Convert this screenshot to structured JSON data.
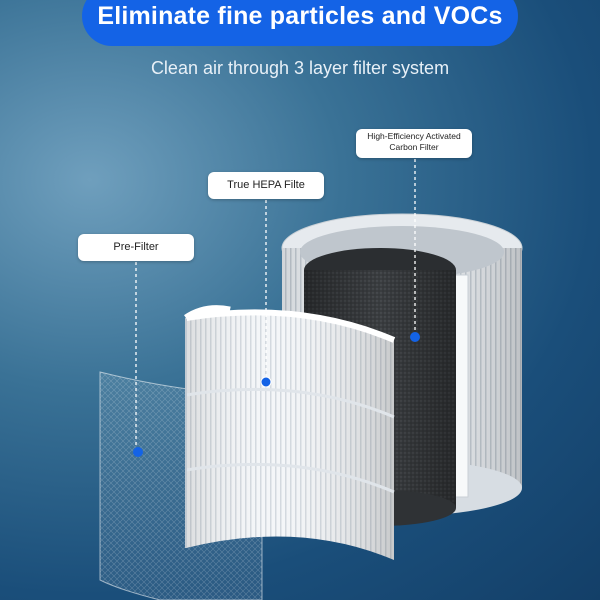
{
  "headline": "Eliminate fine particles and VOCs",
  "subheadline": "Clean air through 3 layer filter system",
  "callouts": {
    "prefilter": "Pre-Filter",
    "hepa": "True HEPA Filte",
    "carbon_line1": "High-Efficiency Activated",
    "carbon_line2": "Carbon Filter"
  },
  "colors": {
    "headline_pill": "#1463e6",
    "marker_dot": "#1463e6",
    "background_dark": "#133f68",
    "background_light": "#6f9fbd"
  }
}
